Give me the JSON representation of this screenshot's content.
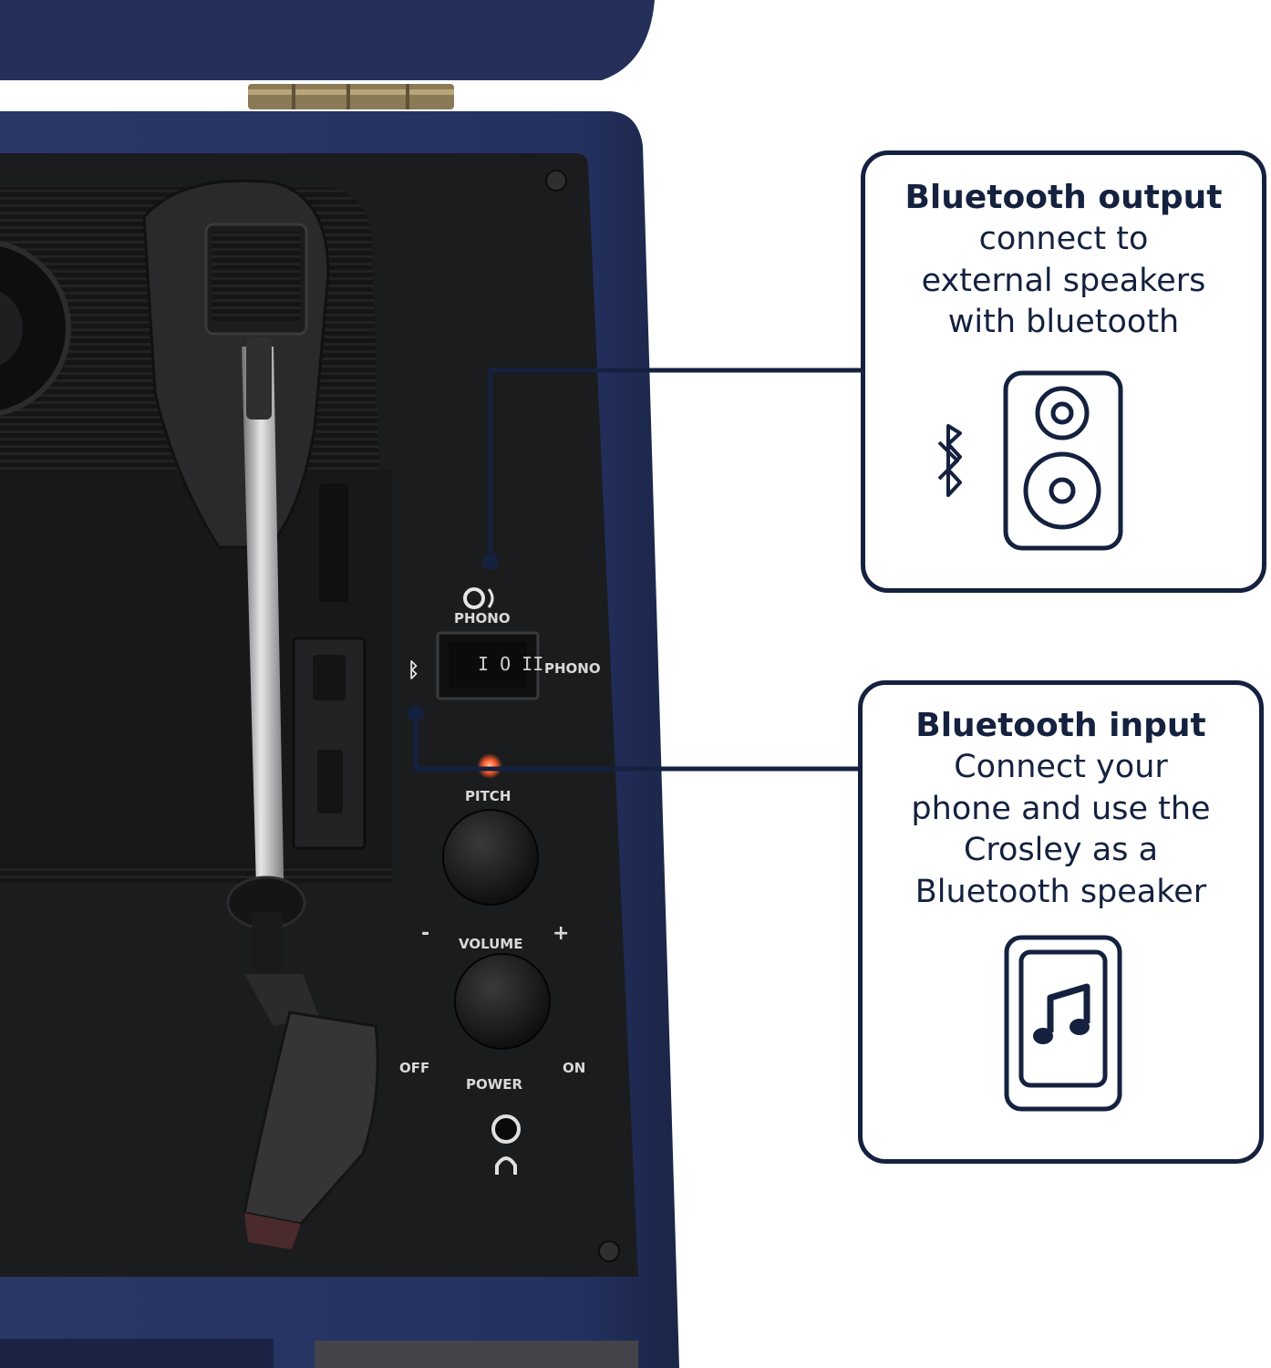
{
  "callouts": {
    "output": {
      "title": "Bluetooth output",
      "body": "connect to\nexternal speakers\nwith bluetooth",
      "icon": "speaker-icon"
    },
    "input": {
      "title": "Bluetooth input",
      "body": "Connect your\nphone and use the\nCrosley as a\nBluetooth speaker",
      "icon": "phone-music-icon"
    }
  },
  "device_labels": {
    "phono_top": "PHONO",
    "phono_right": "PHONO",
    "pitch": "PITCH",
    "volume": "VOLUME",
    "minus": "-",
    "plus": "+",
    "off": "OFF",
    "power": "POWER",
    "on": "ON"
  },
  "colors": {
    "case": "#24305a",
    "plate": "#1b1c1e",
    "accent": "#14213f",
    "indicator": "#ff5a2a"
  }
}
